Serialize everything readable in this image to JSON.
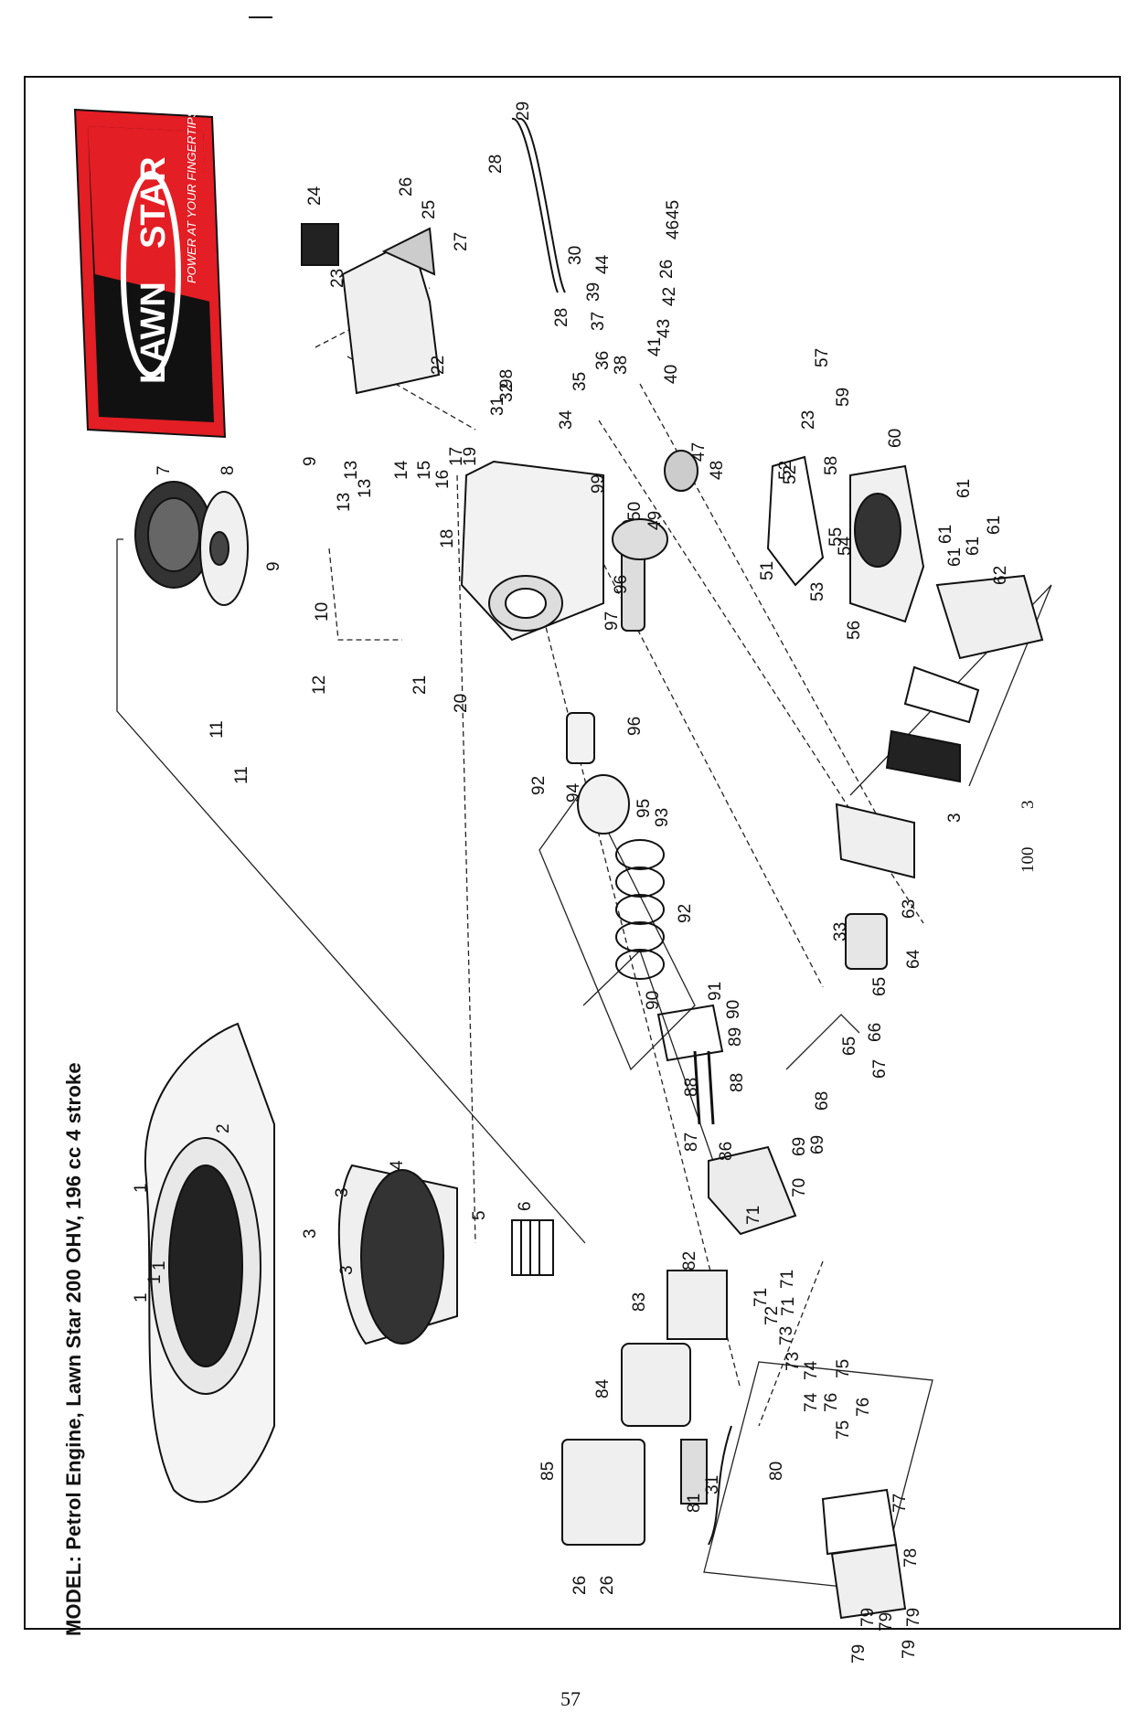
{
  "model_title": "MODEL: Petrol Engine, Lawn Star 200 OHV, 196 cc 4 stroke",
  "page_number": "57",
  "logo": {
    "text_line1": "LAWN",
    "text_line2": "STAR",
    "tagline": "POWER AT YOUR FINGERTIPS",
    "colors": {
      "red": "#e31e24",
      "black": "#111111",
      "white": "#ffffff"
    }
  },
  "part_numbers": [
    "1",
    "1",
    "1",
    "1",
    "2",
    "3",
    "3",
    "3",
    "4",
    "5",
    "6",
    "7",
    "8",
    "9",
    "9",
    "10",
    "11",
    "11",
    "12",
    "13",
    "13",
    "13",
    "14",
    "15",
    "16",
    "17",
    "18",
    "19",
    "20",
    "21",
    "22",
    "23",
    "23",
    "24",
    "25",
    "26",
    "26",
    "26",
    "26",
    "27",
    "28",
    "28",
    "29",
    "30",
    "31",
    "31",
    "32",
    "33",
    "34",
    "35",
    "36",
    "37",
    "38",
    "39",
    "40",
    "41",
    "42",
    "43",
    "44",
    "45",
    "46",
    "47",
    "48",
    "49",
    "50",
    "51",
    "52",
    "52",
    "53",
    "54",
    "55",
    "56",
    "57",
    "58",
    "59",
    "60",
    "61",
    "61",
    "61",
    "61",
    "61",
    "62",
    "63",
    "64",
    "65",
    "65",
    "66",
    "67",
    "68",
    "69",
    "69",
    "70",
    "71",
    "71",
    "71",
    "71",
    "72",
    "73",
    "73",
    "74",
    "74",
    "75",
    "75",
    "76",
    "76",
    "77",
    "78",
    "79",
    "79",
    "79",
    "79",
    "79",
    "80",
    "81",
    "82",
    "83",
    "84",
    "85",
    "86",
    "87",
    "88",
    "88",
    "89",
    "90",
    "90",
    "91",
    "92",
    "92",
    "93",
    "94",
    "95",
    "96",
    "96",
    "97",
    "98",
    "99",
    "100",
    "3",
    "3"
  ]
}
